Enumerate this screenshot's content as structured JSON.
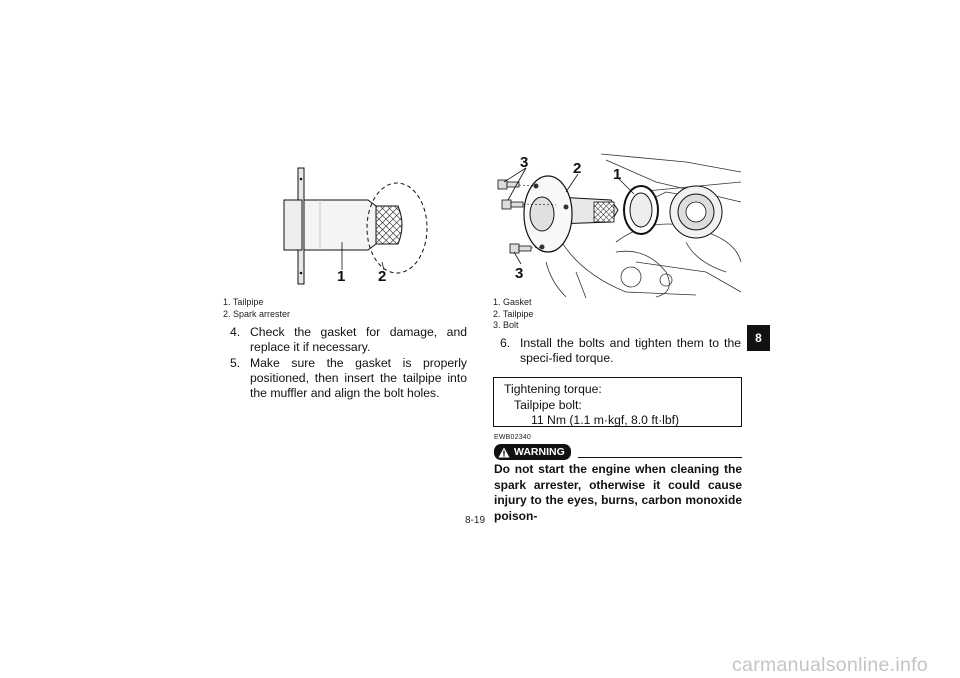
{
  "figure_left": {
    "callouts": [
      "1",
      "2"
    ],
    "legend": [
      "1. Tailpipe",
      "2. Spark arrester"
    ]
  },
  "steps_left": [
    {
      "num": "4.",
      "text": "Check the gasket for damage, and replace it if necessary."
    },
    {
      "num": "5.",
      "text": "Make sure the gasket is properly positioned, then insert the tailpipe into the muffler and align the bolt holes."
    }
  ],
  "figure_right": {
    "callouts": [
      "3",
      "2",
      "1",
      "3"
    ],
    "legend": [
      "1. Gasket",
      "2. Tailpipe",
      "3. Bolt"
    ]
  },
  "step_right": {
    "num": "6.",
    "text": "Install the bolts and tighten them to the speci-fied torque."
  },
  "torque": {
    "heading": "Tightening torque:",
    "item": "Tailpipe bolt:",
    "value": "11 Nm (1.1 m·kgf, 8.0 ft·lbf)"
  },
  "warning": {
    "code": "EWB02340",
    "label": "WARNING",
    "icon": "warning-triangle-icon",
    "text": "Do not start the engine when cleaning the spark arrester, otherwise it could cause injury to the eyes, burns, carbon monoxide poison-"
  },
  "chapter_tab": "8",
  "page_number": "8-19",
  "watermark": "carmanualsonline.info"
}
